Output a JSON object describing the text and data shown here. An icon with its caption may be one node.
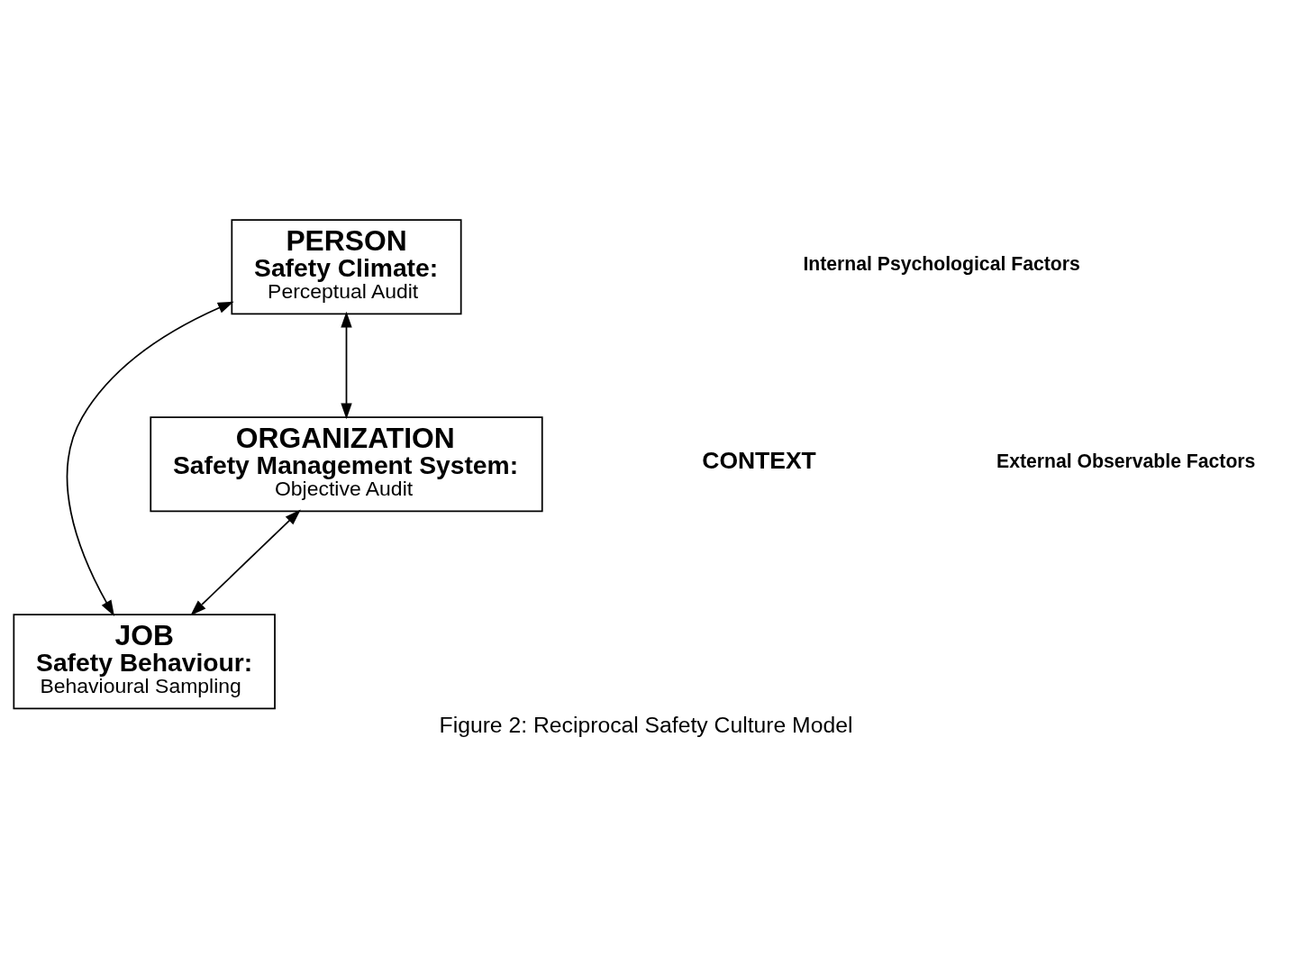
{
  "diagram": {
    "caption": "Figure 2: Reciprocal Safety Culture Model",
    "nodes": [
      {
        "text": [
          "PERSON",
          "Safety Climate:",
          "Perceptual Audit"
        ]
      },
      {
        "text": [
          "ORGANIZATION",
          "Safety Management System:",
          "Objective Audit"
        ]
      },
      {
        "text": [
          "JOB",
          "Safety Behaviour:",
          "Behavioural Sampling"
        ]
      }
    ],
    "edges": [
      {
        "from": 1,
        "to": 0,
        "arrow": "both"
      },
      {
        "from": 1,
        "to": 2,
        "arrow": "both"
      },
      {
        "from": 0,
        "to": 2,
        "arrow": "both"
      }
    ],
    "labels": [
      "Internal Psychological Factors",
      "External Observable Factors",
      "CONTEXT"
    ]
  }
}
